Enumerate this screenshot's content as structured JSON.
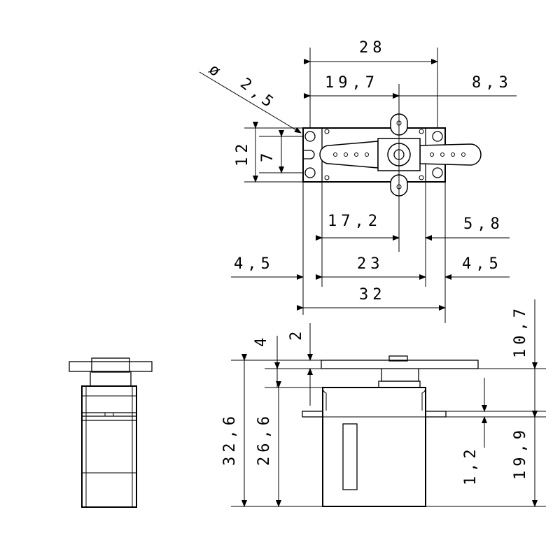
{
  "dimensions": {
    "width_28": "28",
    "width_19_7": "19,7",
    "width_8_3": "8,3",
    "hole_dia_symbol": "ø",
    "hole_dia": "2,5",
    "height_12": "12",
    "height_7": "7",
    "offset_17_2": "17,2",
    "offset_5_8": "5,8",
    "flange_4_5_left": "4,5",
    "body_23": "23",
    "flange_4_5_right": "4,5",
    "total_32": "32",
    "side_4": "4",
    "side_2": "2",
    "side_10_7": "10,7",
    "side_32_6": "32,6",
    "side_26_6": "26,6",
    "side_1_2": "1,2",
    "side_19_9": "19,9"
  }
}
